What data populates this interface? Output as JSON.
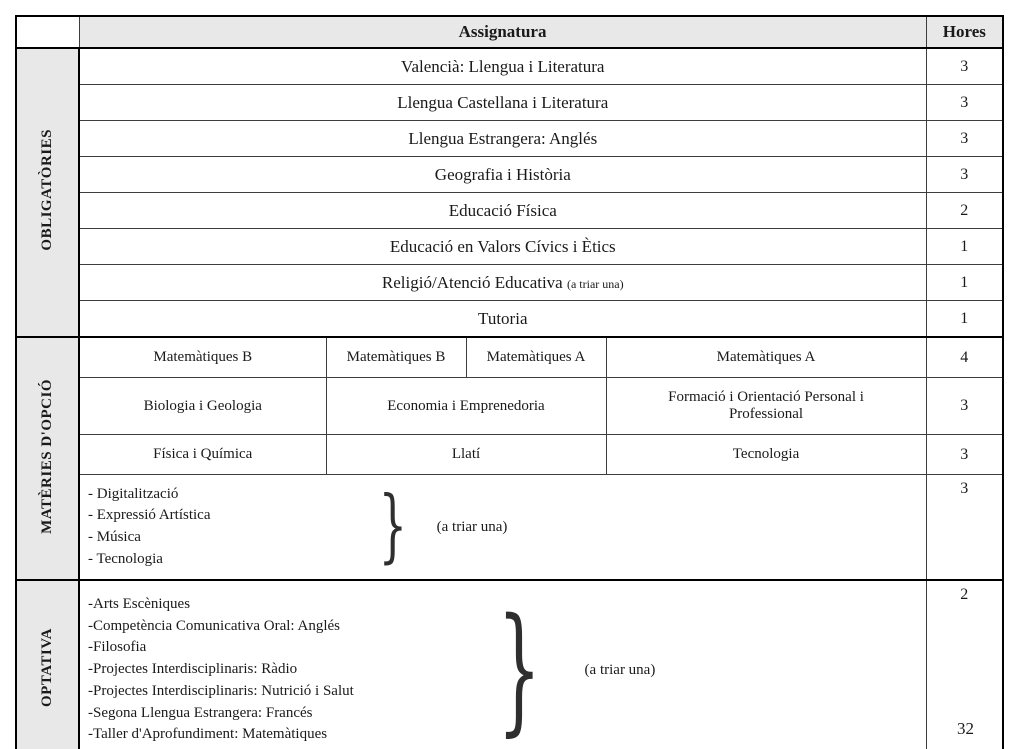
{
  "header": {
    "assignatura": "Assignatura",
    "hores": "Hores"
  },
  "obligatories": {
    "label": "OBLIGATÒRIES",
    "rows": [
      {
        "subject": "Valencià: Llengua i Literatura",
        "hores": "3"
      },
      {
        "subject": "Llengua Castellana i Literatura",
        "hores": "3"
      },
      {
        "subject": "Llengua Estrangera: Anglés",
        "hores": "3"
      },
      {
        "subject": "Geografia i Història",
        "hores": "3"
      },
      {
        "subject": "Educació Física",
        "hores": "2"
      },
      {
        "subject": "Educació en Valors Cívics i Ètics",
        "hores": "1"
      },
      {
        "subject": "Religió/Atenció Educativa",
        "note": "(a triar una)",
        "hores": "1"
      },
      {
        "subject": "Tutoria",
        "hores": "1"
      }
    ]
  },
  "opcio": {
    "label": "MATÈRIES D'OPCIÓ",
    "row_matematiques": {
      "cells": [
        "Matemàtiques B",
        "Matemàtiques B",
        "Matemàtiques A",
        "Matemàtiques A"
      ],
      "hores": "4"
    },
    "row_biologia": {
      "cells": [
        "Biologia i Geologia",
        "Economia i Emprenedoria",
        "Formació i Orientació Personal i Professional"
      ],
      "hores": "3"
    },
    "row_fisica": {
      "cells": [
        "Física i Química",
        "Llatí",
        "Tecnologia"
      ],
      "hores": "3"
    },
    "row_choice": {
      "items": [
        "- Digitalització",
        "- Expressió Artística",
        "- Música",
        "- Tecnologia"
      ],
      "brace": "}",
      "note": "(a triar una)",
      "hores": "3"
    }
  },
  "optativa": {
    "label": "OPTATIVA",
    "row": {
      "items": [
        "-Arts Escèniques",
        "-Competència Comunicativa Oral: Anglés",
        "-Filosofia",
        "-Projectes Interdisciplinaris: Ràdio",
        "-Projectes Interdisciplinaris: Nutrició i Salut",
        "-Segona Llengua Estrangera: Francés",
        "-Taller d'Aprofundiment: Matemàtiques"
      ],
      "brace": "}",
      "note": "(a triar una)",
      "hores": "2"
    }
  },
  "total": "32",
  "colors": {
    "fill": "#e8e8e8",
    "border": "#000000"
  }
}
